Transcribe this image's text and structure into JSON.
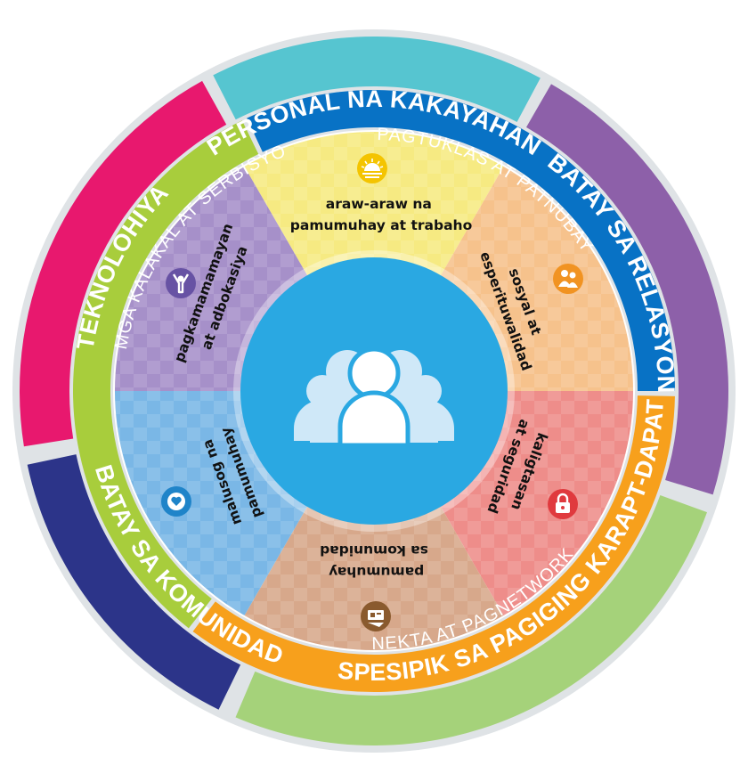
{
  "outer_ring": [
    {
      "label": "PERSONAL NA KAKAYAHAN",
      "color": "#56c5d0"
    },
    {
      "label": "BATAY SA RELASYON",
      "color": "#8d60a9"
    },
    {
      "label": "SPESIPIK SA PAGIGING KARAPT-DAPAT",
      "color": "#a5d27a"
    },
    {
      "label": "BATAY SA KOMUNIDAD",
      "color": "#2c3489"
    },
    {
      "label": "TEKNOLOHIYA",
      "color": "#e8186e"
    }
  ],
  "middle_ring": [
    {
      "label": "PAGTUKLAS AT PATNUBAY",
      "color": "#0872c5"
    },
    {
      "label": "NEKTA AT PAGNETWORK",
      "color": "#f7a01c"
    },
    {
      "label": "MGA KALAKAL AT SERBISYO",
      "color": "#a8cd3c"
    }
  ],
  "wedges": [
    {
      "lines": [
        "araw-araw na",
        "pamumuhay at trabaho"
      ],
      "color": "#f6ea82",
      "icon": "sunrise-icon",
      "icon_color": "#f4c400"
    },
    {
      "lines": [
        "sosyal at",
        "esperituwalidad"
      ],
      "color": "#f6c28c",
      "icon": "people-icon",
      "icon_color": "#f19322"
    },
    {
      "lines": [
        "kaligtasan",
        "at seguridad"
      ],
      "color": "#ee8d8a",
      "icon": "lock-icon",
      "icon_color": "#e03a3e"
    },
    {
      "lines": [
        "pamumuhay",
        "sa komunidad"
      ],
      "color": "#d7a88b",
      "icon": "community-icon",
      "icon_color": "#8a5a2e"
    },
    {
      "lines": [
        "malusog na",
        "pamumuhay"
      ],
      "color": "#7ab7e6",
      "icon": "health-icon",
      "icon_color": "#1f84c9"
    },
    {
      "lines": [
        "pagkamamamayan",
        "at adbokasiya"
      ],
      "color": "#a690c9",
      "icon": "advocacy-icon",
      "icon_color": "#6752a4"
    }
  ],
  "center": {
    "icon": "group-people-icon",
    "color": "#2aa8e2",
    "icon_color": "#cfe8f8"
  }
}
